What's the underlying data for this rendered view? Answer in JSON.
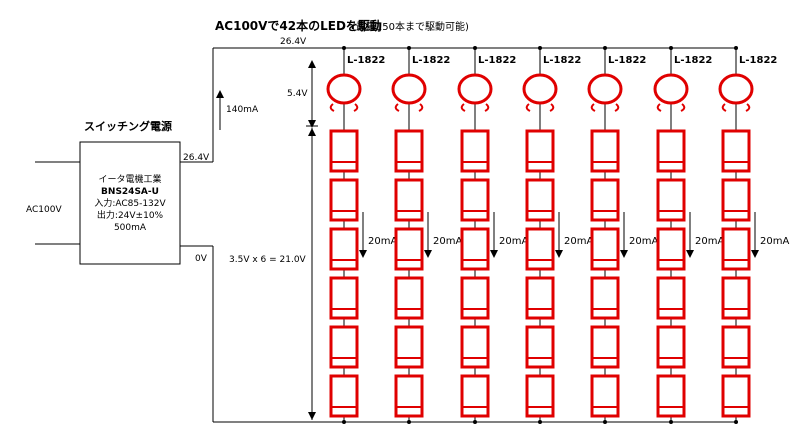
{
  "diagram": {
    "title": "AC100Vで42本のLEDを駆動",
    "title_note": "(最高150本まで駆動可能)",
    "top_voltage": "26.4V",
    "supply_label": "スイッチング電源",
    "supply_lines": [
      "イータ電機工業",
      "BNS24SA-U",
      "入力:AC85-132V",
      "出力:24V±10%",
      "500mA"
    ],
    "ac_label": "AC100V",
    "out_voltage": "26.4V",
    "zero_voltage": "0V",
    "supply_current": "140mA",
    "zener_voltage": "5.4V",
    "led_voltage": "3.5V x 6 = 21.0V",
    "regulator_label": "L-1822",
    "column_current": "20mA",
    "columns": 7,
    "leds_per_column": 6,
    "colors": {
      "components": "#e00000",
      "wires": "#000000"
    }
  }
}
